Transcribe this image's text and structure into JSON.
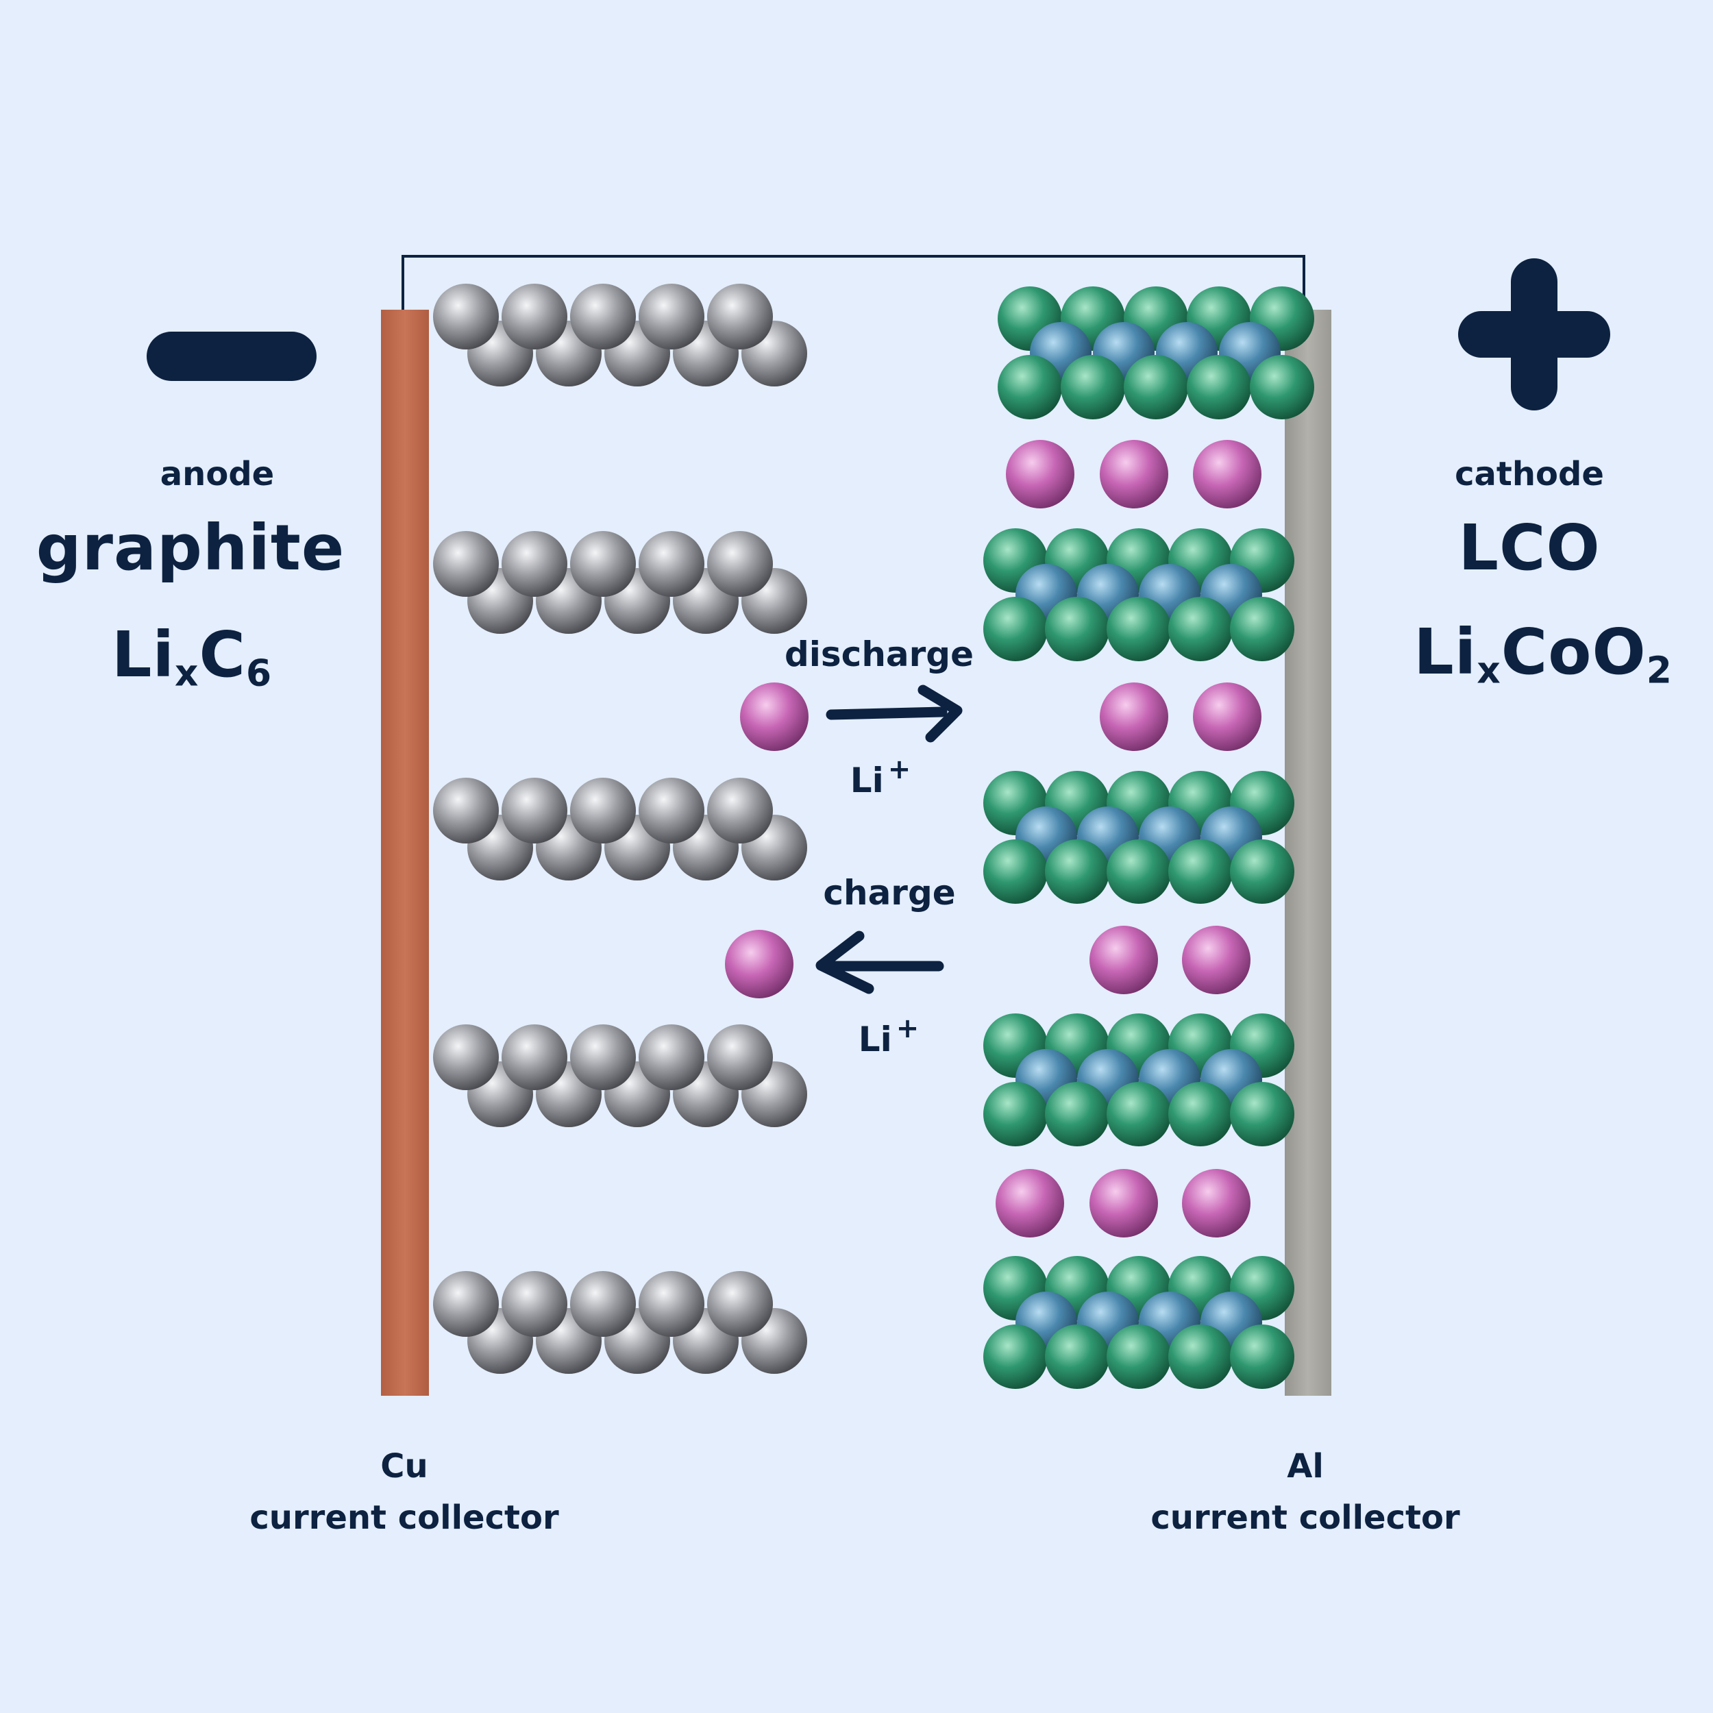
{
  "anode": {
    "role": "anode",
    "material": "graphite",
    "formula": {
      "base": "Li",
      "sub1": "x",
      "el": "C",
      "sub2": "6"
    },
    "collector": {
      "metal": "Cu",
      "label": "current collector"
    },
    "sign_icon": "minus-icon",
    "collector_color": "#c06a4c"
  },
  "cathode": {
    "role": "cathode",
    "material": "LCO",
    "formula": {
      "base": "Li",
      "sub1": "x",
      "el": "CoO",
      "sub2": "2"
    },
    "collector": {
      "metal": "Al",
      "label": "current collector"
    },
    "sign_icon": "plus-icon",
    "collector_color": "#a3a29d"
  },
  "processes": {
    "discharge": {
      "label": "discharge",
      "ion": "Li",
      "charge_sign": "+",
      "direction": "toward-cathode"
    },
    "charge": {
      "label": "charge",
      "ion": "Li",
      "charge_sign": "+",
      "direction": "toward-anode"
    }
  },
  "colors": {
    "background": "#e4eefc",
    "text": "#0d2240",
    "carbon": "#8a8c92",
    "oxygen": "#2d8f6b",
    "cobalt": "#4a87ad",
    "lithium": "#c565b4"
  }
}
